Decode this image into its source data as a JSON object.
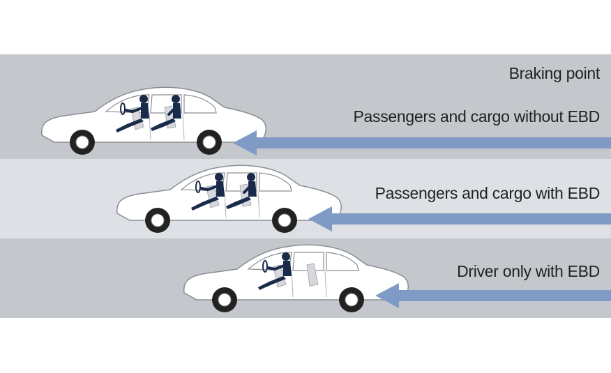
{
  "diagram": {
    "title": "Braking point",
    "rows": [
      {
        "label": "Passengers and cargo without EBD",
        "occupants": [
          "driver",
          "passenger"
        ]
      },
      {
        "label": "Passengers and cargo with EBD",
        "occupants": [
          "driver",
          "passenger"
        ]
      },
      {
        "label": "Driver only with EBD",
        "occupants": [
          "driver"
        ]
      }
    ]
  },
  "colors": {
    "band_dark": "#c4c8cc",
    "band_light": "#dde0e4",
    "arrow": "#7f9ac5",
    "car_body": "#ffffff",
    "car_outline": "#8a8d92",
    "occupant": "#1a2a4a",
    "text": "#222222"
  },
  "icons": [
    "car-icon",
    "driver-silhouette-icon",
    "passenger-silhouette-icon",
    "left-arrow-icon"
  ]
}
